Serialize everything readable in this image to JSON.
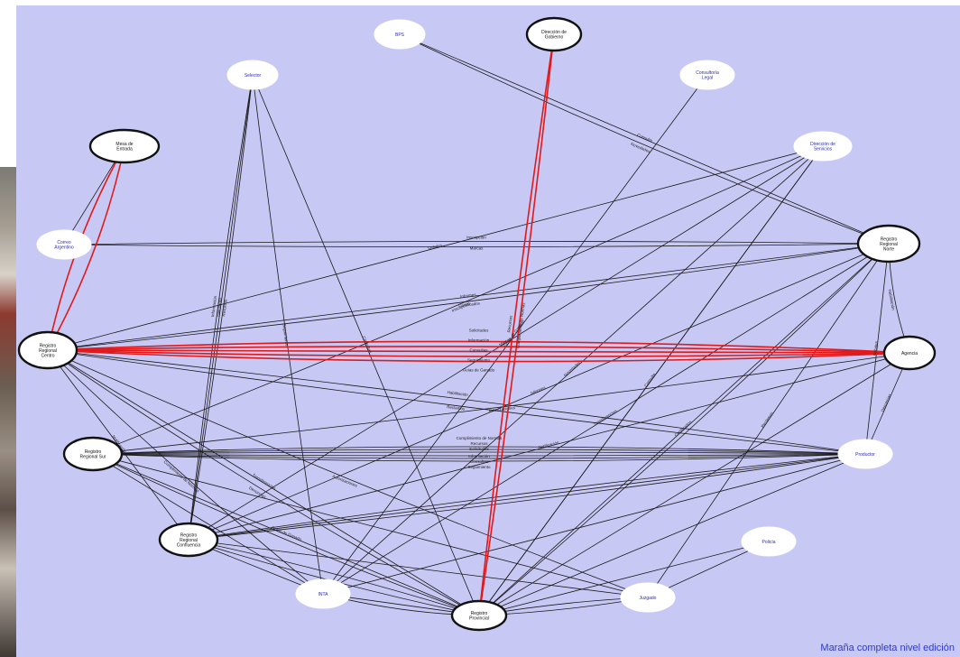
{
  "nodes": [
    {
      "id": "bps",
      "label": "BPS",
      "style": "light"
    },
    {
      "id": "gobierno",
      "label": "Dirección de Gobierno",
      "style": "dark"
    },
    {
      "id": "seleccion",
      "label": "Selector",
      "style": "light"
    },
    {
      "id": "consultoria",
      "label": "Consultoría Legal",
      "style": "light"
    },
    {
      "id": "mesa",
      "label": "Mesa de Entrada",
      "style": "dark"
    },
    {
      "id": "servicios",
      "label": "Dirección de Servicios",
      "style": "light"
    },
    {
      "id": "correo",
      "label": "Correo Argentino",
      "style": "light"
    },
    {
      "id": "norte",
      "label": "Registro Regional Norte",
      "style": "dark"
    },
    {
      "id": "centro",
      "label": "Registro Regional Centro",
      "style": "dark"
    },
    {
      "id": "agencia",
      "label": "Agencia",
      "style": "dark"
    },
    {
      "id": "sur",
      "label": "Registro Regional Sur",
      "style": "dark"
    },
    {
      "id": "productor",
      "label": "Productor",
      "style": "light"
    },
    {
      "id": "confluencia",
      "label": "Registro Regional Confluencia",
      "style": "dark"
    },
    {
      "id": "policia",
      "label": "Policía",
      "style": "light"
    },
    {
      "id": "inta",
      "label": "INTA",
      "style": "light"
    },
    {
      "id": "juzgado",
      "label": "Juzgado",
      "style": "light"
    },
    {
      "id": "provincial",
      "label": "Registro Provincial",
      "style": "dark"
    }
  ],
  "edge_labels": [
    "Cumplimiento de Normas",
    "Recursos",
    "Solicitudes",
    "Información",
    "Consultas",
    "Seguimiento",
    "Guías de Ganado",
    "Consulta",
    "Novedades",
    "Inscripción",
    "Marcas",
    "Señales",
    "Informes",
    "Certificados",
    "Habilitación",
    "Reclamos",
    "Transferencias",
    "Denuncias",
    "Autorizaciones",
    "Notificación"
  ],
  "footer": "Maraña completa nivel edición"
}
